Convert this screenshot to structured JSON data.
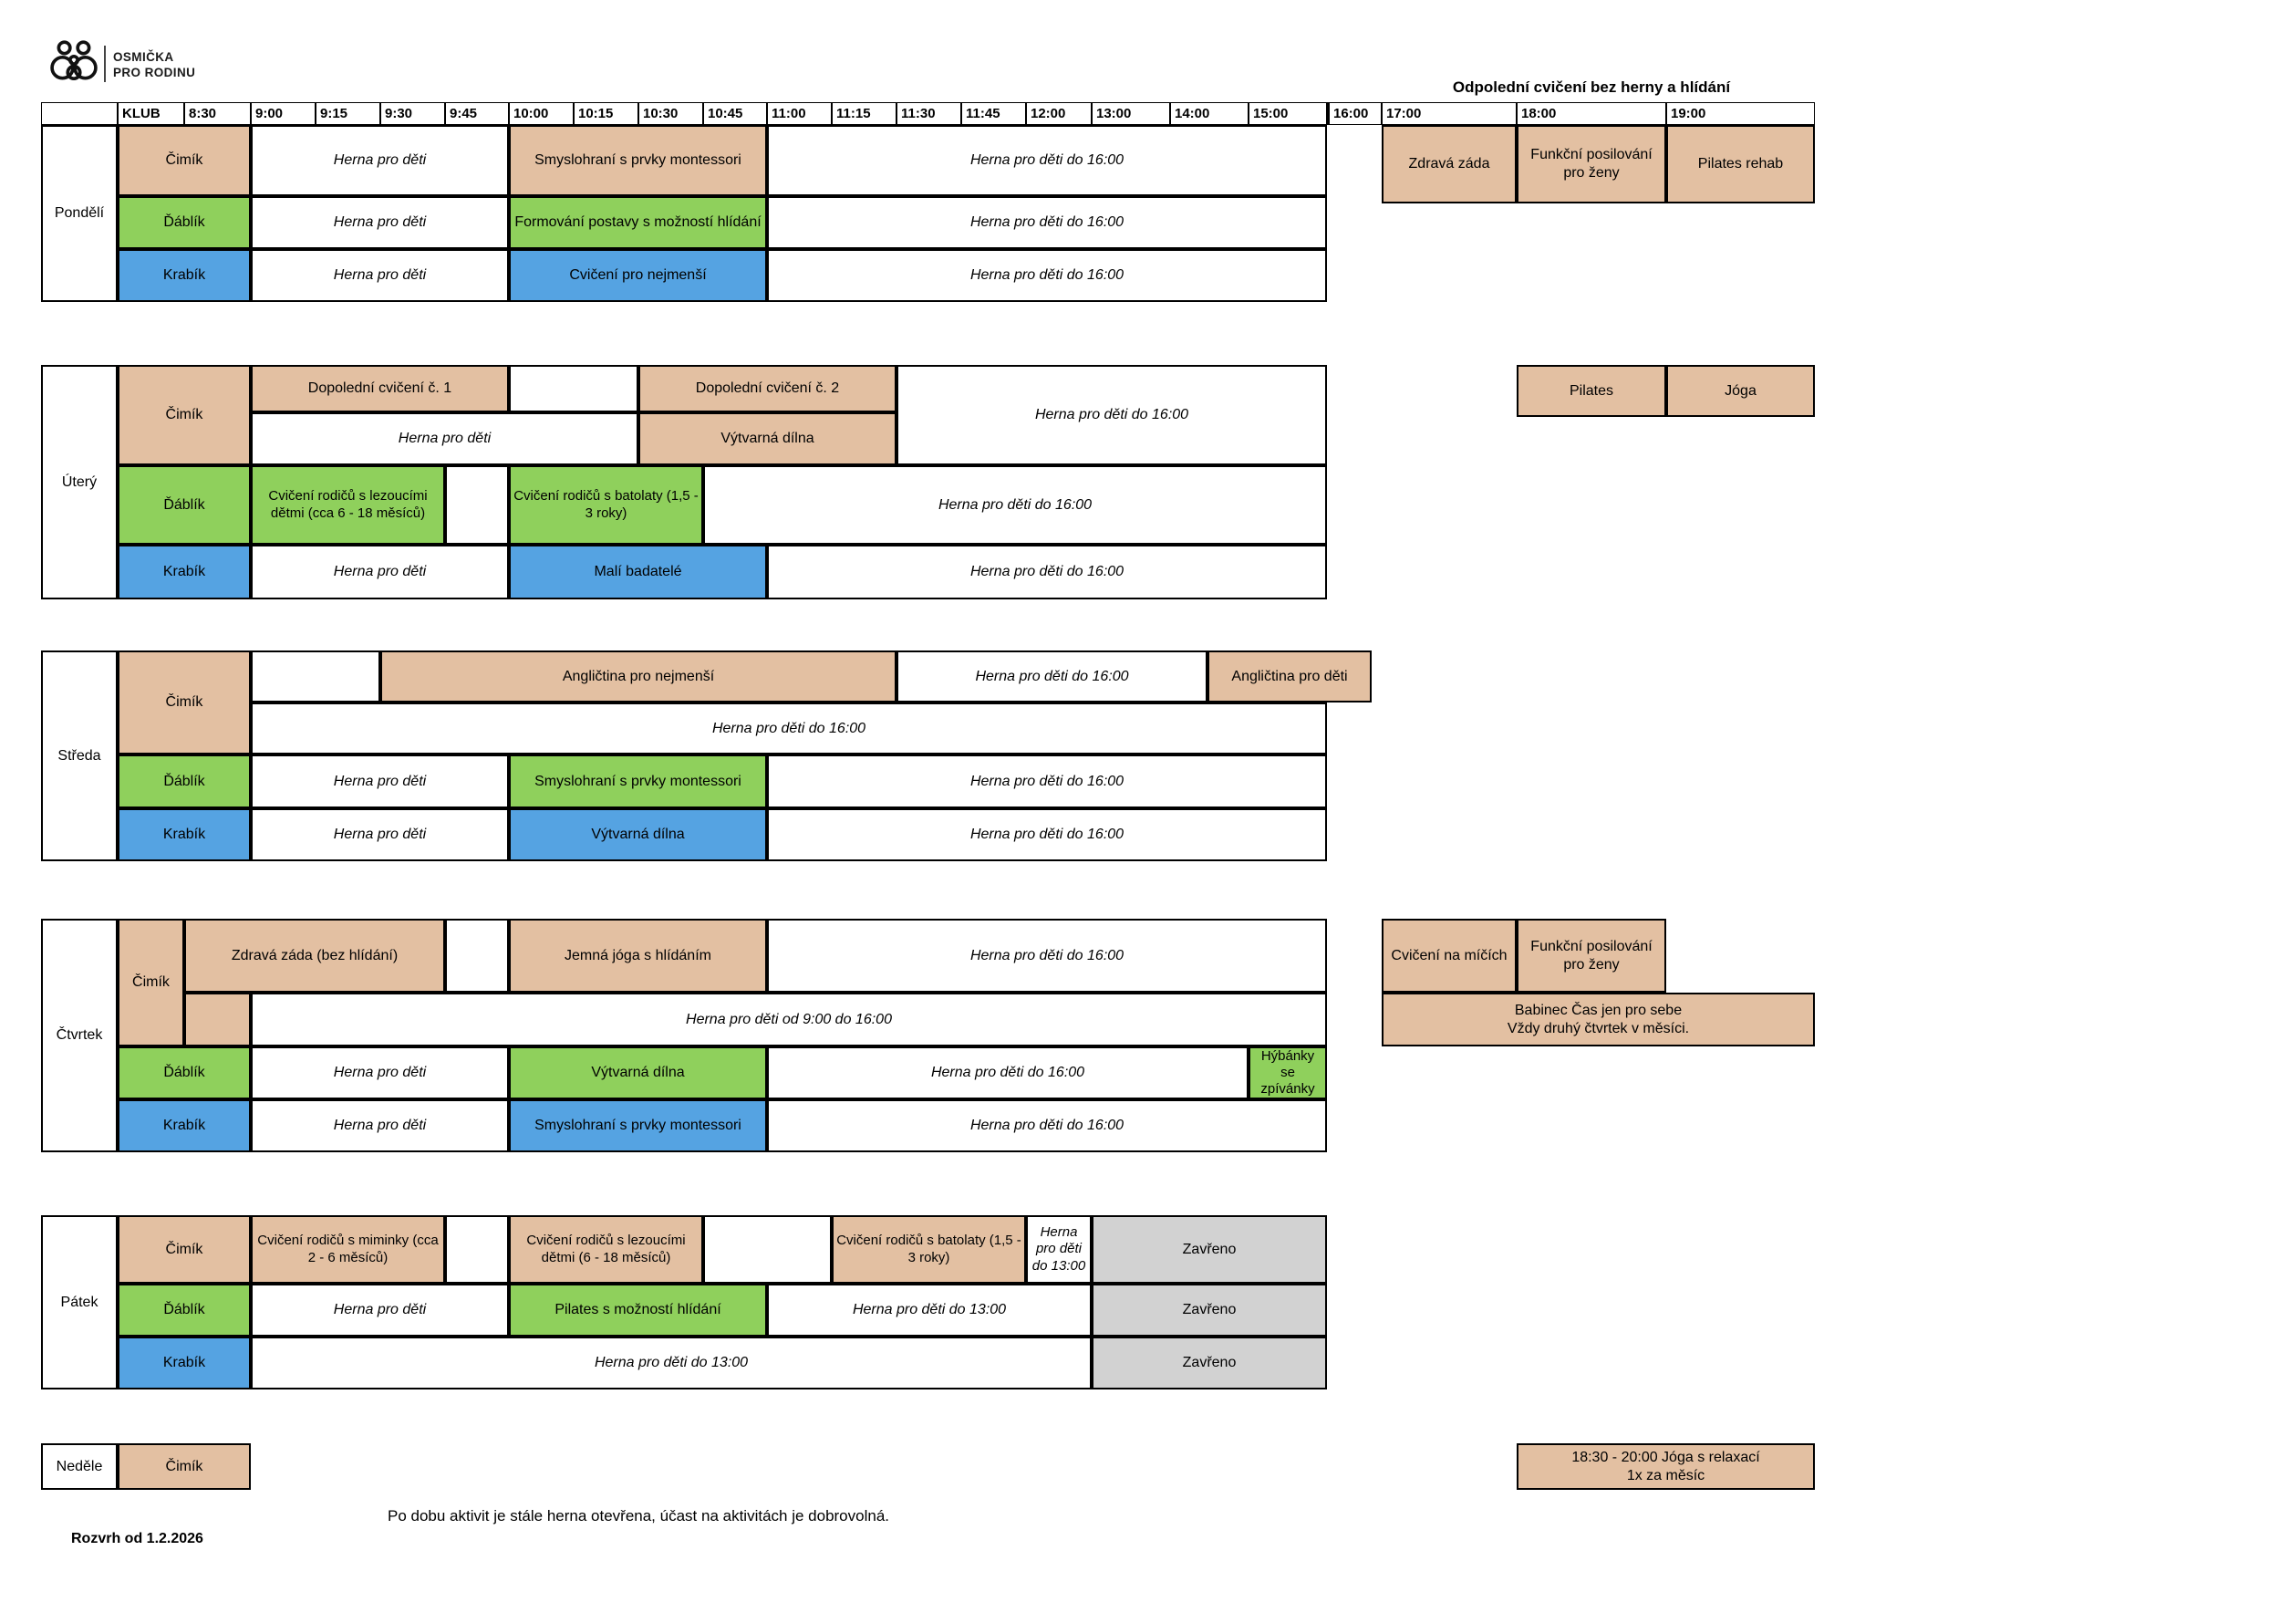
{
  "logo": {
    "line1": "OSMIČKA",
    "line2": "PRO RODINU"
  },
  "palette": {
    "tan": "#E3C0A2",
    "green": "#8FD05C",
    "blue": "#55A3E2",
    "gray": "#D2D2D2"
  },
  "header": {
    "evening_title": "Odpolední cvičení bez herny a hlídání",
    "klub": "KLUB",
    "times": [
      "8:30",
      "9:00",
      "9:15",
      "9:30",
      "9:45",
      "10:00",
      "10:15",
      "10:30",
      "10:45",
      "11:00",
      "11:15",
      "11:30",
      "11:45",
      "12:00",
      "13:00",
      "14:00",
      "15:00",
      "16:00",
      "17:00",
      "18:00",
      "19:00"
    ]
  },
  "clubs": {
    "cimik": "Čimík",
    "dablik": "Ďáblík",
    "krabik": "Krabík"
  },
  "common": {
    "herna": "Herna pro děti",
    "herna16": "Herna pro děti do 16:00",
    "herna13": "Herna pro děti do 13:00",
    "herna_od9": "Herna pro děti od 9:00 do 16:00",
    "zavreno": "Zavřeno"
  },
  "days": {
    "monday": {
      "label": "Pondělí",
      "cimik_activity": "Smyslohraní s prvky montessori",
      "dablik_activity": "Formování postavy s možností hlídání",
      "krabik_activity": "Cvičení pro nejmenší",
      "evening": [
        "Zdravá záda",
        "Funkční posilování pro ženy",
        "Pilates rehab"
      ]
    },
    "tuesday": {
      "label": "Úterý",
      "cimik_a1": "Dopolední cvičení č. 1",
      "cimik_a2": "Dopolední cvičení č. 2",
      "cimik_vytvarna": "Výtvarná dílna",
      "dablik_a1": "Cvičení rodičů s lezoucími dětmi (cca 6 - 18 měsíců)",
      "dablik_a2": "Cvičení rodičů s batolaty (1,5 - 3 roky)",
      "krabik_activity": "Malí badatelé",
      "evening": [
        "Pilates",
        "Jóga"
      ]
    },
    "wednesday": {
      "label": "Středa",
      "cimik_a1": "Angličtina pro nejmenší",
      "cimik_a2": "Angličtina pro děti",
      "dablik_activity": "Smyslohraní s prvky montessori",
      "krabik_activity": "Výtvarná dílna"
    },
    "thursday": {
      "label": "Čtvrtek",
      "cimik_a1": "Zdravá záda (bez hlídání)",
      "cimik_a2": "Jemná jóga s hlídáním",
      "dablik_activity": "Výtvarná dílna",
      "dablik_late": "Hýbánky se zpívánky",
      "krabik_activity": "Smyslohraní s prvky montessori",
      "evening": [
        "Cvičení na míčích",
        "Funkční posilování pro ženy"
      ],
      "babinec_line1": "Babinec Čas jen pro sebe",
      "babinec_line2": "Vždy druhý čtvrtek v měsíci."
    },
    "friday": {
      "label": "Pátek",
      "cimik_a1": "Cvičení rodičů s miminky (cca 2 - 6 měsíců)",
      "cimik_a2": "Cvičení rodičů s lezoucími dětmi (6 - 18 měsíců)",
      "cimik_a3": "Cvičení rodičů s batolaty (1,5 - 3 roky)",
      "dablik_activity": "Pilates s možností hlídání"
    },
    "sunday": {
      "label": "Neděle",
      "evening_line1": "18:30 - 20:00 Jóga s relaxací",
      "evening_line2": "1x za měsíc"
    }
  },
  "notes": {
    "open_note": "Po dobu aktivit je stále herna otevřena, účast na aktivitách je dobrovolná.",
    "valid_from": "Rozvrh od 1.2.2026"
  }
}
